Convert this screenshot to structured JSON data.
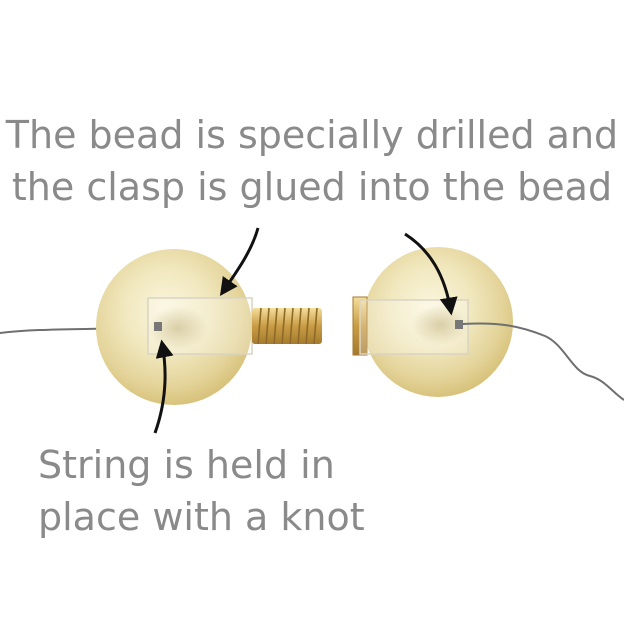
{
  "captions": {
    "top": {
      "line1": "The bead is specially drilled and",
      "line2": "the clasp is glued into the bead"
    },
    "bottom": {
      "line1": "String is held in",
      "line2": "place with a knot"
    }
  },
  "colors": {
    "caption_text": "#8a8a8a",
    "pearl": "#f0e7b8",
    "pearl_shadow": "#dccb85",
    "gold_threads": "#d3ad5c",
    "string": "#6f6f6f",
    "arrow": "#111111",
    "drill_channel": "#e9e5d6"
  }
}
